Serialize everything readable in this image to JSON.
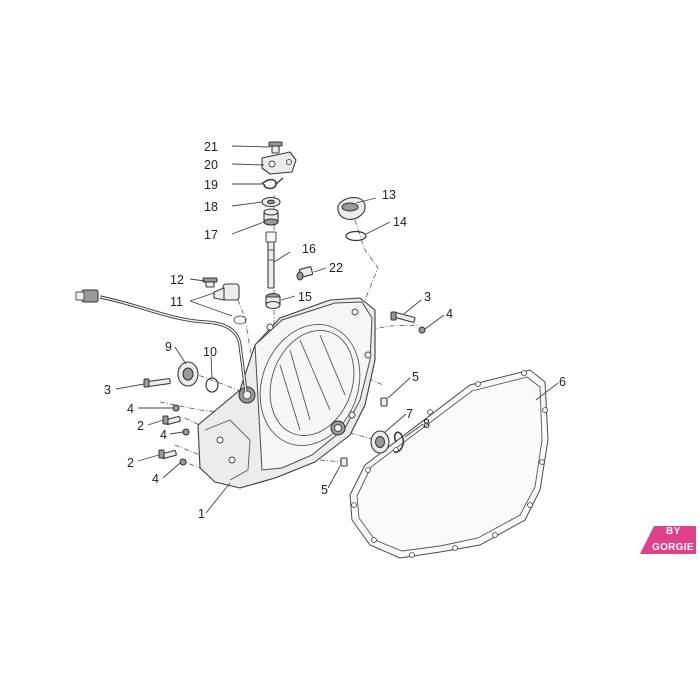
{
  "diagram": {
    "callouts": {
      "c1": "1",
      "c2a": "2",
      "c2b": "2",
      "c3a": "3",
      "c3b": "3",
      "c4a": "4",
      "c4b": "4",
      "c4c": "4",
      "c4d": "4",
      "c5a": "5",
      "c5b": "5",
      "c6": "6",
      "c7": "7",
      "c8": "8",
      "c9": "9",
      "c10": "10",
      "c11": "11",
      "c12": "12",
      "c13": "13",
      "c14": "14",
      "c15": "15",
      "c16": "16",
      "c17": "17",
      "c18": "18",
      "c19": "19",
      "c20": "20",
      "c21": "21",
      "c22": "22"
    },
    "logo": {
      "line1": "BY",
      "line2": "GORGIE",
      "color": "#e0408a"
    },
    "colors": {
      "line": "#3a3a3a",
      "part_fill": "#ececec",
      "background": "#ffffff"
    }
  }
}
